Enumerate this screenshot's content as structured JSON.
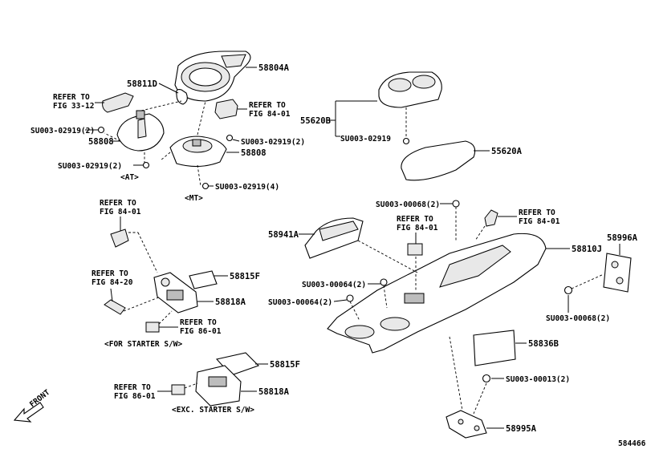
{
  "diagram_id": "584466",
  "front_label": "FRONT",
  "labels": {
    "p58804A": "58804A",
    "p58811D": "58811D",
    "refer_33_12_a": "REFER TO",
    "refer_33_12_b": "FIG 33-12",
    "refer_84_01_top_a": "REFER TO",
    "refer_84_01_top_b": "FIG 84-01",
    "su_02919_left": "SU003-02919(2)",
    "p58808_left": "58808",
    "su_02919_right": "SU003-02919(2)",
    "p58808_right": "58808",
    "su_02919_lower": "SU003-02919(2)",
    "at_label": "<AT>",
    "su_02919_4": "SU003-02919(4)",
    "mt_label": "<MT>",
    "p55620B": "55620B",
    "su_02919_cup": "SU003-02919",
    "p55620A": "55620A",
    "su_00068_top": "SU003-00068(2)",
    "refer_84_01_right_a": "REFER TO",
    "refer_84_01_right_b": "FIG 84-01",
    "refer_84_01_mid_a": "REFER TO",
    "refer_84_01_mid_b": "FIG 84-01",
    "p58941A": "58941A",
    "p58810J": "58810J",
    "p58996A": "58996A",
    "su_00064_a": "SU003-00064(2)",
    "su_00064_b": "SU003-00064(2)",
    "su_00068_right": "SU003-00068(2)",
    "refer_84_01_left_a": "REFER TO",
    "refer_84_01_left_b": "FIG 84-01",
    "refer_84_20_a": "REFER TO",
    "refer_84_20_b": "FIG 84-20",
    "p58815F_top": "58815F",
    "p58818A_top": "58818A",
    "refer_86_01_a": "REFER TO",
    "refer_86_01_b": "FIG 86-01",
    "starter_sw": "<FOR STARTER S/W>",
    "p58836B": "58836B",
    "su_00013": "SU003-00013(2)",
    "p58815F_bottom": "58815F",
    "p58818A_bottom": "58818A",
    "refer_86_01_bottom_a": "REFER TO",
    "refer_86_01_bottom_b": "FIG 86-01",
    "exc_starter_sw": "<EXC. STARTER S/W>",
    "p58995A": "58995A"
  }
}
